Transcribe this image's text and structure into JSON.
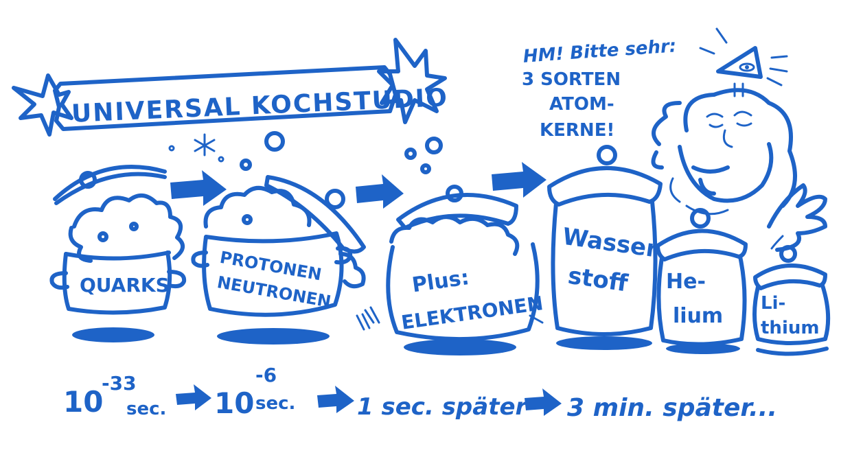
{
  "banner": {
    "title": "UNIVERSAL KOCHSTUDIO"
  },
  "speech": {
    "line1": "HM! Bitte sehr:",
    "line2": "3 SORTEN",
    "line3": "ATOM-",
    "line4": "KERNE!"
  },
  "pots": [
    {
      "label_line1": "QUARKS",
      "label_line2": ""
    },
    {
      "label_line1": "PROTONEN",
      "label_line2": "NEUTRONEN"
    },
    {
      "label_line1": "Plus:",
      "label_line2": "ELEKTRONEN"
    }
  ],
  "jars": [
    {
      "label_line1": "Wasser",
      "label_line2": "stoff"
    },
    {
      "label_line1": "He-",
      "label_line2": "lium"
    },
    {
      "label_line1": "Li-",
      "label_line2": "thium"
    }
  ],
  "timeline": {
    "t1_base": "10",
    "t1_exp": "-33",
    "t1_unit": "sec.",
    "t2_base": "10",
    "t2_exp": "-6",
    "t2_unit": "sec.",
    "t3": "1 sec. später",
    "t4": "3 min. später..."
  },
  "colors": {
    "ink": "#1e63c7",
    "background": "#ffffff"
  }
}
